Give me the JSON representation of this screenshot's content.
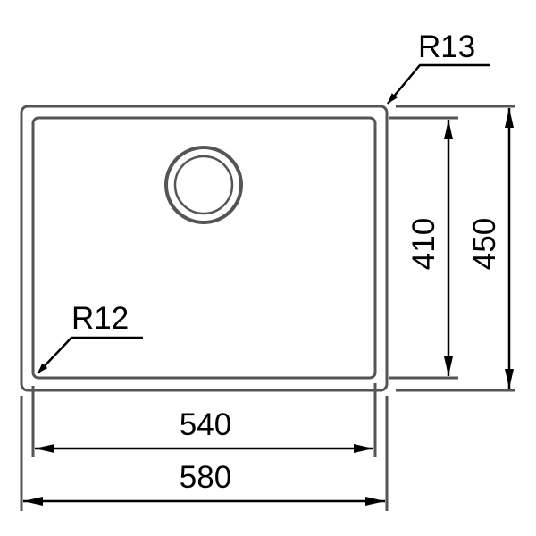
{
  "title": "Sink dimension drawing",
  "labels": {
    "outer_radius": "R13",
    "inner_radius": "R12",
    "inner_width": "540",
    "outer_width": "580",
    "inner_depth": "410",
    "outer_depth": "450"
  },
  "colors": {
    "line": "#555555",
    "arrow": "#000000"
  }
}
